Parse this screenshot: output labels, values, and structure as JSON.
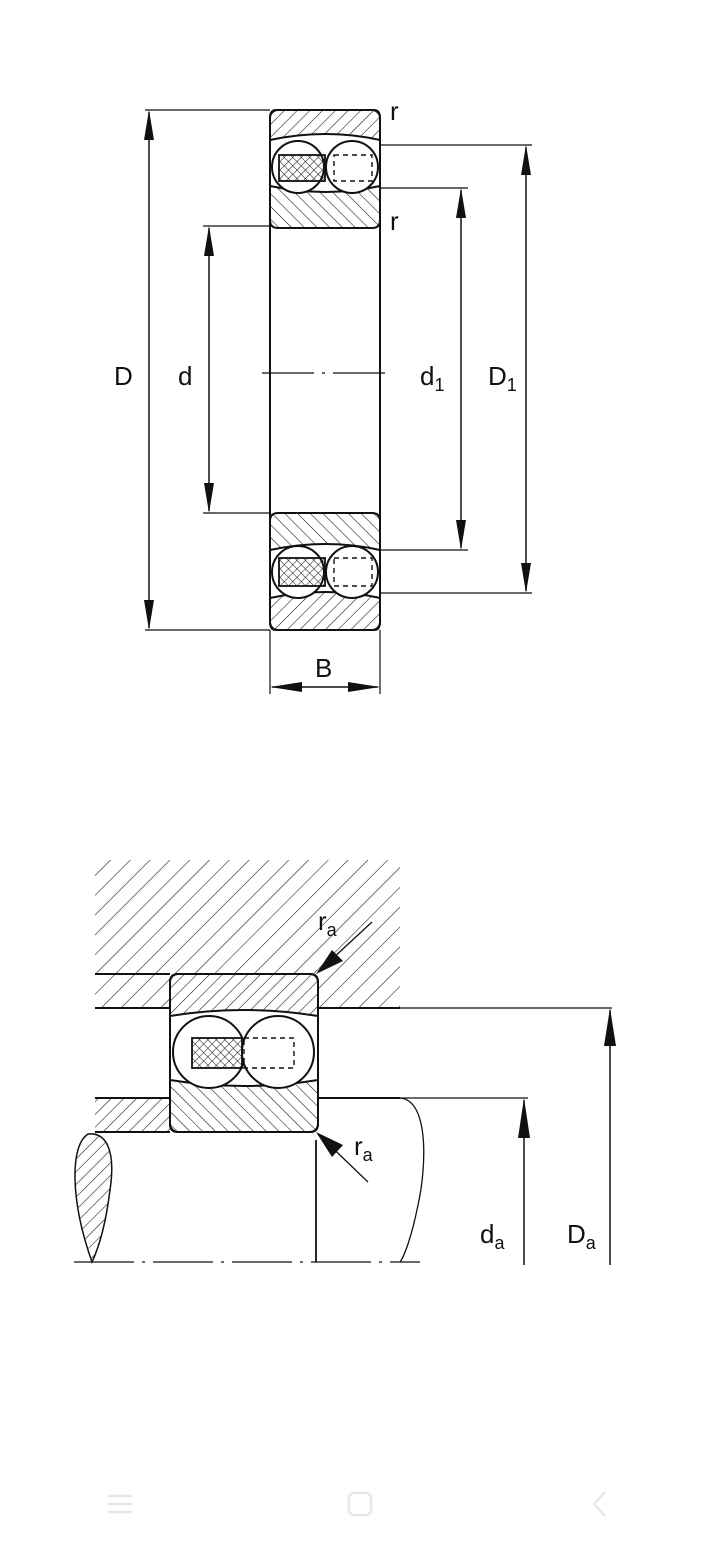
{
  "diagram_top": {
    "labels": {
      "r_top": "r",
      "r_bottom": "r",
      "D": "D",
      "d": "d",
      "d1_base": "d",
      "d1_sub": "1",
      "D1_base": "D",
      "D1_sub": "1",
      "B": "B"
    }
  },
  "diagram_bottom": {
    "labels": {
      "ra_top_base": "r",
      "ra_top_sub": "a",
      "ra_bottom_base": "r",
      "ra_bottom_sub": "a",
      "da_base": "d",
      "da_sub": "a",
      "Da_base": "D",
      "Da_sub": "a"
    }
  },
  "navbar": {
    "icons": [
      "menu-icon",
      "home-icon",
      "back-icon"
    ]
  },
  "colors": {
    "line": "#111111",
    "background": "#ffffff",
    "nav_icon": "#000000"
  }
}
